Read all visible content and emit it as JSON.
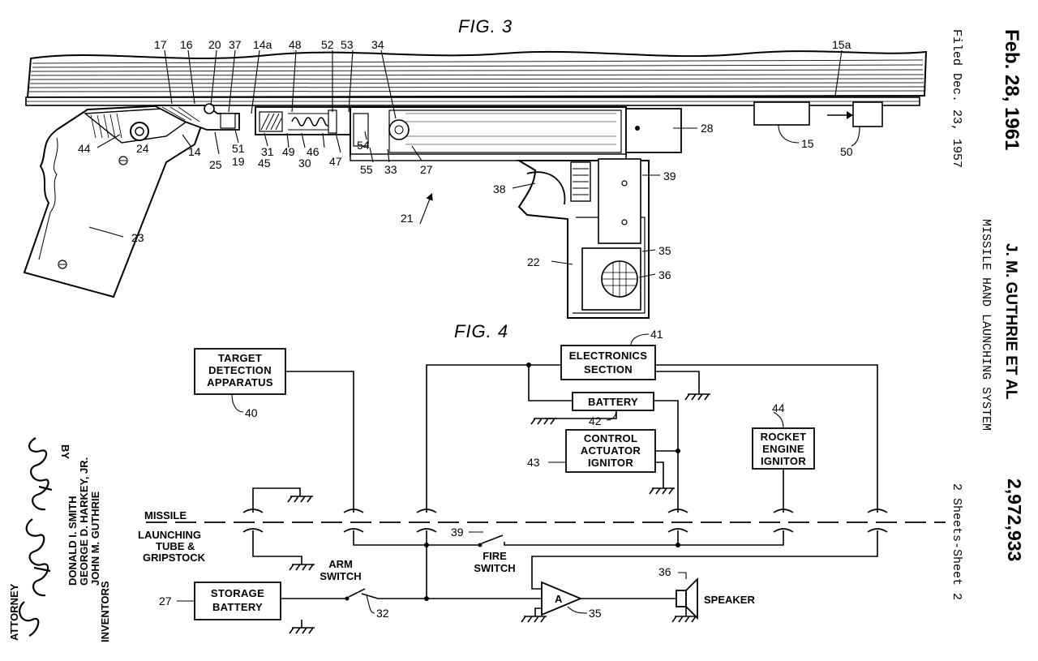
{
  "header": {
    "date": "Feb. 28, 1961",
    "filed": "Filed Dec. 23, 1957",
    "authors": "J. M. GUTHRIE ET AL",
    "title": "MISSILE HAND LAUNCHING SYSTEM",
    "sheets": "2 Sheets-Sheet 2",
    "patent_number": "2,972,933"
  },
  "fig3": {
    "title": "FIG. 3",
    "refs": {
      "r17": "17",
      "r16": "16",
      "r20": "20",
      "r37": "37",
      "r14a": "14a",
      "r48": "48",
      "r52": "52",
      "r53": "53",
      "r34": "34",
      "r15a": "15a",
      "r28": "28",
      "r15": "15",
      "r50": "50",
      "r44": "44",
      "r24": "24",
      "r14": "14",
      "r25": "25",
      "r51": "51",
      "r19": "19",
      "r31": "31",
      "r45": "45",
      "r49": "49",
      "r30": "30",
      "r46": "46",
      "r47": "47",
      "r54": "54",
      "r55": "55",
      "r33": "33",
      "r27": "27",
      "r38": "38",
      "r39": "39",
      "r21": "21",
      "r23": "23",
      "r22": "22",
      "r35": "35",
      "r36": "36"
    }
  },
  "fig4": {
    "title": "FIG. 4",
    "blocks": {
      "target_l1": "TARGET",
      "target_l2": "DETECTION",
      "target_l3": "APPARATUS",
      "electronics_l1": "ELECTRONICS",
      "electronics_l2": "SECTION",
      "battery": "BATTERY",
      "control_l1": "CONTROL",
      "control_l2": "ACTUATOR",
      "control_l3": "IGNITOR",
      "rocket_l1": "ROCKET",
      "rocket_l2": "ENGINE",
      "rocket_l3": "IGNITOR",
      "storage_l1": "STORAGE",
      "storage_l2": "BATTERY",
      "amp": "A"
    },
    "labels": {
      "missile": "MISSILE",
      "launch_l1": "LAUNCHING",
      "launch_l2": "TUBE &",
      "launch_l3": "GRIPSTOCK",
      "arm_l1": "ARM",
      "arm_l2": "SWITCH",
      "fire_l1": "FIRE",
      "fire_l2": "SWITCH",
      "speaker": "SPEAKER"
    },
    "refs": {
      "r40": "40",
      "r41": "41",
      "r42": "42",
      "r43": "43",
      "r44": "44",
      "r39": "39",
      "r27": "27",
      "r32": "32",
      "r35": "35",
      "r36": "36"
    }
  },
  "inventors": {
    "by": "BY",
    "heading": "INVENTORS",
    "names": [
      "JOHN M. GUTHRIE",
      "GEORGE D. HARKEY, JR.",
      "DONALD I. SMITH"
    ],
    "role": "ATTORNEY",
    "signature_icon": "attorney-signature"
  }
}
